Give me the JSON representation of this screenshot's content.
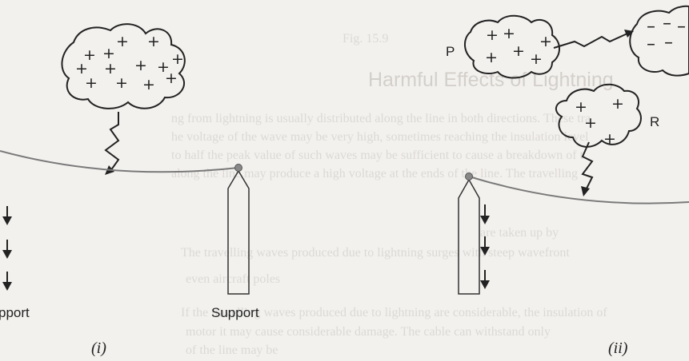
{
  "background_text": {
    "fig_label": "Fig. 15.9",
    "heading": "Harmful Effects of Lightning",
    "lines": [
      "ng from lightning is usually distributed along the line in both directions. These tra",
      "he voltage of the wave may be very high, sometimes reaching the insulation level",
      "to half the peak value of such waves may be sufficient to cause a breakdown of t",
      "along the line may produce a high voltage at the ends of the line. The travelling",
      "are taken up by",
      "The travelling waves produced due to lightning surges with steep wavefront",
      "even aircraft poles",
      "If the travelling waves produced due to lightning are considerable, the insulation of",
      "motor it may cause considerable damage. The cable can withstand only",
      "of the line may be"
    ]
  },
  "diagram_i": {
    "cloud_charges": [
      "+",
      "+",
      "+",
      "+",
      "+",
      "+",
      "+",
      "+",
      "+",
      "+",
      "+",
      "+",
      "+"
    ],
    "support_left_label": "pport",
    "support_right_label": "Support",
    "caption": "(i)"
  },
  "diagram_ii": {
    "cloud_p_label": "P",
    "cloud_p_charges": [
      "+",
      "+",
      "+",
      "+",
      "+",
      "+"
    ],
    "cloud_q_charges": [
      "–",
      "–",
      "–",
      "–",
      "–"
    ],
    "cloud_r_label": "R",
    "cloud_r_charges": [
      "+",
      "+",
      "+",
      "+"
    ],
    "caption": "(ii)"
  },
  "colors": {
    "line": "#7a7a7a",
    "ink": "#222222",
    "ghost_text": "#c9c6c1"
  }
}
